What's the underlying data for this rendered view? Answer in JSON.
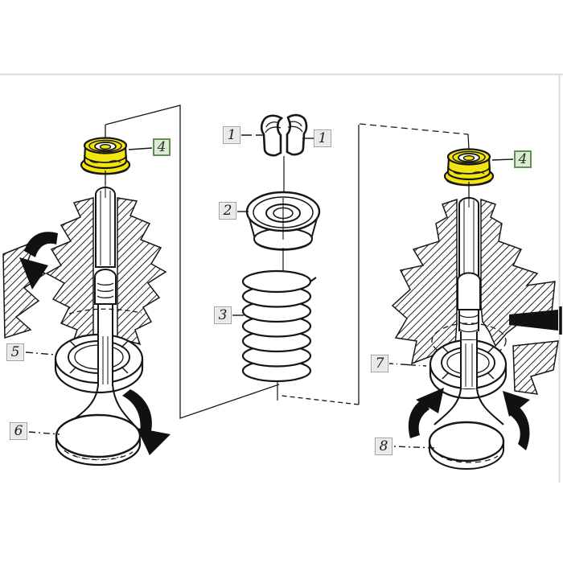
{
  "diagram": {
    "callouts": [
      {
        "key": "1-left",
        "label": "1",
        "style": "gray"
      },
      {
        "key": "1-right",
        "label": "1",
        "style": "gray"
      },
      {
        "key": "2",
        "label": "2",
        "style": "gray"
      },
      {
        "key": "3",
        "label": "3",
        "style": "gray"
      },
      {
        "key": "4-left",
        "label": "4",
        "style": "green"
      },
      {
        "key": "4-right",
        "label": "4",
        "style": "green"
      },
      {
        "key": "5",
        "label": "5",
        "style": "gray"
      },
      {
        "key": "6",
        "label": "6",
        "style": "gray"
      },
      {
        "key": "7",
        "label": "7",
        "style": "gray"
      },
      {
        "key": "8",
        "label": "8",
        "style": "gray"
      }
    ],
    "colors": {
      "highlight_part": "#f2e40e",
      "callout_selected_bg": "#dcead6",
      "callout_selected_border": "#5f9054",
      "callout_bg": "#e9e9e9",
      "callout_border": "#9f9f9f",
      "line_art": "#161616",
      "frame_line": "#dcdcdc"
    }
  }
}
